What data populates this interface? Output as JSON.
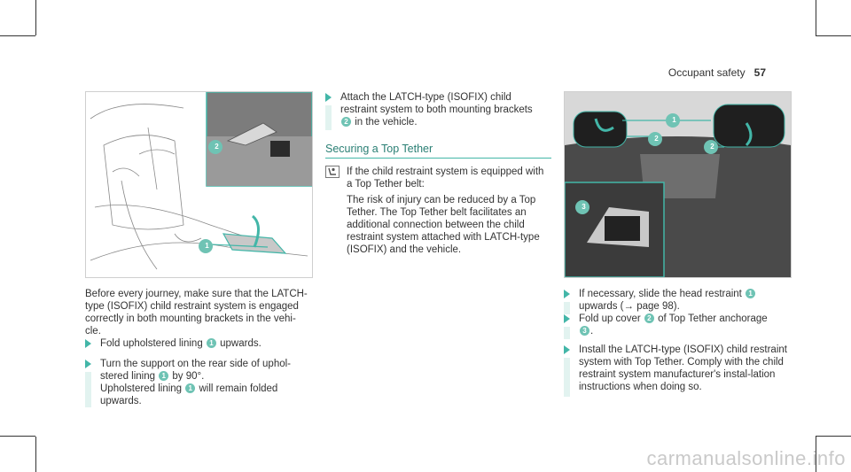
{
  "header": {
    "title": "Occupant safety",
    "page_number": "57"
  },
  "figure_left": {
    "callouts": [
      "1",
      "2"
    ]
  },
  "figure_right": {
    "callouts": [
      "1",
      "2",
      "2",
      "3"
    ]
  },
  "left_column": {
    "intro": "Before every journey, make sure that the LATCH-type (ISOFIX) child restraint system is engaged correctly in both mounting brackets in the vehi-cle.",
    "step1": {
      "text_a": "Fold upholstered lining ",
      "badge": "1",
      "text_b": " upwards."
    },
    "step2": {
      "line_a": "Turn the support on the rear side of uphol-",
      "line_b": "stered lining ",
      "badge": "1",
      "line_c": " by 90°.",
      "line_d": "Upholstered lining ",
      "badge2": "1",
      "line_e": " will remain folded",
      "line_f": "upwards."
    }
  },
  "middle_column": {
    "step1": {
      "line_a": "Attach the LATCH-type (ISOFIX) child",
      "line_b": "restraint system to both mounting brackets",
      "badge": "2",
      "line_c": " in the vehicle."
    },
    "section_title": "Securing a Top Tether",
    "note_icon": "child-seat-icon",
    "note_intro": "If the child restraint system is equipped with a Top Tether belt:",
    "note_body": "The risk of injury can be reduced by a Top Tether. The Top Tether belt facilitates an additional connection between the child restraint system attached with LATCH-type (ISOFIX) and the vehicle."
  },
  "right_column": {
    "step1": {
      "text_a": "If necessary, slide the head restraint ",
      "badge": "1",
      "text_b": "upwards (",
      "ref": "→",
      "text_c": " page 98)."
    },
    "step2": {
      "text_a": "Fold up cover ",
      "badge": "2",
      "text_b": " of Top Tether anchorage",
      "badge2": "3",
      "text_c": "."
    },
    "step3": {
      "text": "Install the LATCH-type (ISOFIX) child restraint system with Top Tether. Comply with the child restraint system manufacturer's instal-lation instructions when doing so."
    }
  },
  "watermark": "carmanualsonline.info",
  "colors": {
    "accent": "#43b6a8",
    "badge": "#6fc3b4",
    "bar": "#e2f3f0"
  }
}
